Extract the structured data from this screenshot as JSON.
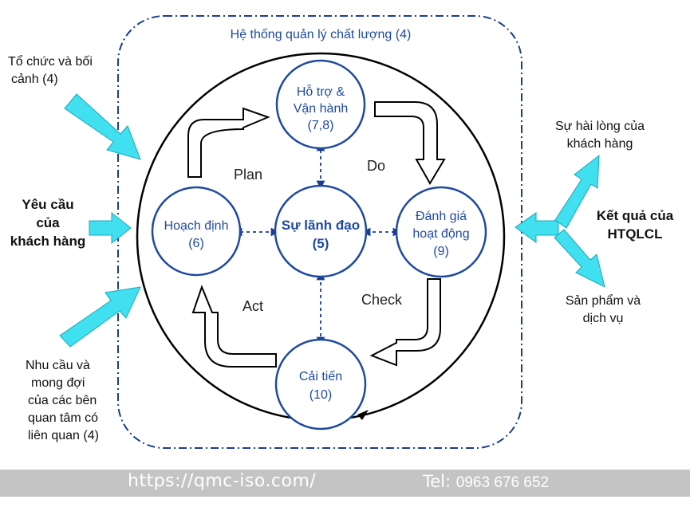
{
  "diagram": {
    "system_title": "Hệ thống quản lý chất lượng (4)",
    "inputs": {
      "context": [
        "Tổ chức và bối",
        "cảnh (4)"
      ],
      "customer_requirements": [
        "Yêu cầu",
        "của",
        "khách hàng"
      ],
      "stakeholders": [
        "Nhu cầu và",
        "mong đợi",
        "của các bên",
        "quan tâm có",
        "liên quan (4)"
      ]
    },
    "outputs": {
      "satisfaction": [
        "Sự hài lòng của",
        "khách hàng"
      ],
      "results": [
        "Kết quả của",
        "HTQLCL"
      ],
      "products": [
        "Sản phẩm và",
        "dịch vụ"
      ]
    },
    "nodes": {
      "support": [
        "Hỗ trợ &",
        "Vận hành",
        "(7,8)"
      ],
      "planning": [
        "Hoạch định",
        "(6)"
      ],
      "leadership": [
        "Sự lãnh đạo",
        "(5)"
      ],
      "evaluation": [
        "Đánh giá",
        "hoạt động",
        "(9)"
      ],
      "improvement": [
        "Cải tiến",
        "(10)"
      ]
    },
    "cycle": {
      "plan": "Plan",
      "do": "Do",
      "check": "Check",
      "act": "Act"
    },
    "colors": {
      "node": "#1f4aa0",
      "dash": "#1a3d8f",
      "arrow": "#40e0f0"
    }
  },
  "footer": {
    "url": "https://qmc-iso.com/",
    "tel_label": "Tel:",
    "tel_number": "0963 676 652"
  }
}
